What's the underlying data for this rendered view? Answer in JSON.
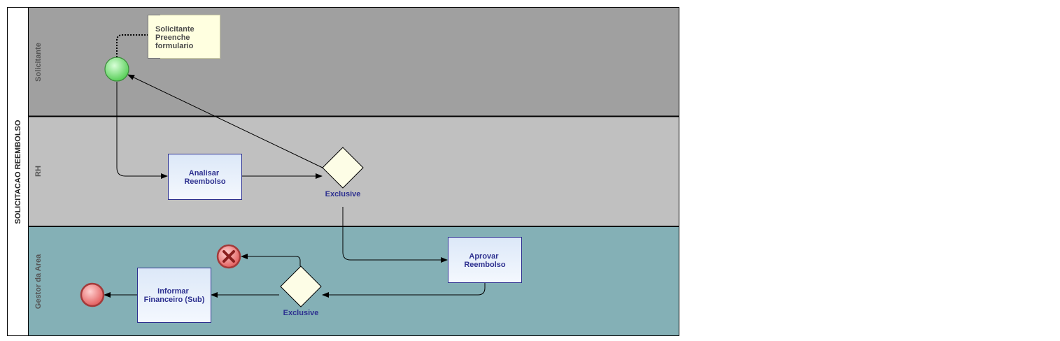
{
  "pool": {
    "label": "SOLICITACAO REEMBOLSO"
  },
  "lanes": [
    {
      "id": "solicitante",
      "label": "Solicitante",
      "color": "#a0a0a0"
    },
    {
      "id": "rh",
      "label": "RH",
      "color": "#c0c0c0"
    },
    {
      "id": "gestor",
      "label": "Gestor da Area",
      "color": "#84b0b6"
    }
  ],
  "annotation": {
    "lines": [
      "Solicitante",
      "Preenche",
      "formulario"
    ]
  },
  "tasks": {
    "analisar": {
      "lines": [
        "Analisar",
        "Reembolso"
      ]
    },
    "aprovar": {
      "lines": [
        "Aprovar",
        "Reembolso"
      ]
    },
    "informar": {
      "lines": [
        "Informar",
        "Financeiro (Sub)"
      ]
    }
  },
  "gateways": {
    "rh_gateway": {
      "label": "Exclusive"
    },
    "gestor_gateway": {
      "label": "Exclusive"
    }
  },
  "events": {
    "start": {
      "type": "start",
      "color": "#5fd35f"
    },
    "cancel": {
      "type": "cancel-end",
      "color": "#e05555"
    },
    "end": {
      "type": "end",
      "color": "#e05555"
    }
  }
}
